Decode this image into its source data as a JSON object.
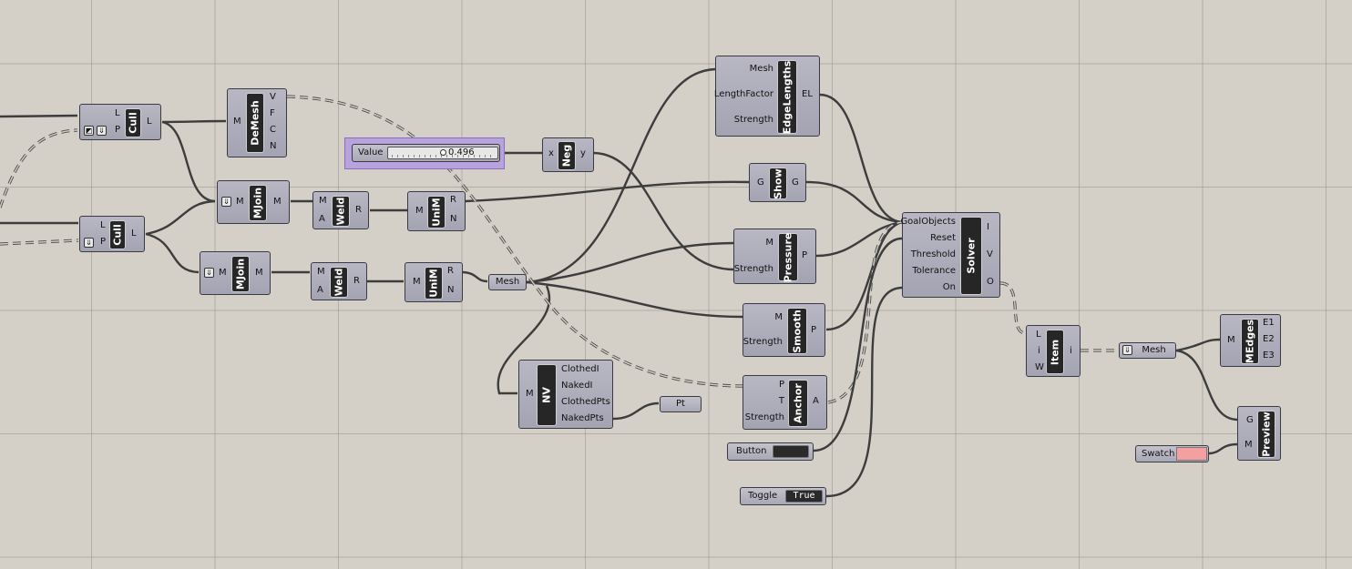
{
  "cull1": {
    "title": "Cull",
    "in": [
      "L",
      "P"
    ],
    "out": "L"
  },
  "cull2": {
    "title": "Cull",
    "in": [
      "L",
      "P"
    ],
    "out": "L"
  },
  "demesh": {
    "title": "DeMesh",
    "in": "M",
    "out": [
      "V",
      "F",
      "C",
      "N"
    ]
  },
  "mjoin1": {
    "title": "MJoin",
    "in": "M",
    "out": "M"
  },
  "mjoin2": {
    "title": "MJoin",
    "in": "M",
    "out": "M"
  },
  "weld1": {
    "title": "Weld",
    "in": [
      "M",
      "A"
    ],
    "out": "R"
  },
  "weld2": {
    "title": "Weld",
    "in": [
      "M",
      "A"
    ],
    "out": "R"
  },
  "unim1": {
    "title": "UniM",
    "in": "M",
    "out": [
      "R",
      "N"
    ]
  },
  "unim2": {
    "title": "UniM",
    "in": "M",
    "out": [
      "R",
      "N"
    ]
  },
  "slider": {
    "label": "Value",
    "value": "0.496"
  },
  "neg": {
    "title": "Neg",
    "in": "x",
    "out": "y"
  },
  "edgelengths": {
    "title": "EdgeLengths",
    "in": [
      "Mesh",
      "LengthFactor",
      "Strength"
    ],
    "out": "EL"
  },
  "show": {
    "title": "Show",
    "in": "G",
    "out": "G"
  },
  "pressure": {
    "title": "Pressure",
    "in": [
      "M",
      "Strength"
    ],
    "out": "P"
  },
  "smooth": {
    "title": "Smooth",
    "in": [
      "M",
      "Strength"
    ],
    "out": "P"
  },
  "anchor": {
    "title": "Anchor",
    "in": [
      "P",
      "T",
      "Strength"
    ],
    "out": "A"
  },
  "solver": {
    "title": "Solver",
    "in": [
      "GoalObjects",
      "Reset",
      "Threshold",
      "Tolerance",
      "On"
    ],
    "out": [
      "I",
      "V",
      "O"
    ]
  },
  "meshparam1": {
    "label": "Mesh"
  },
  "meshparam2": {
    "label": "Mesh"
  },
  "nv": {
    "title": "NV",
    "in": "M",
    "out": [
      "ClothedI",
      "NakedI",
      "ClothedPts",
      "NakedPts"
    ]
  },
  "pt": {
    "label": "Pt"
  },
  "button": {
    "label": "Button"
  },
  "toggle": {
    "label": "Toggle",
    "value": "True"
  },
  "item": {
    "title": "Item",
    "in": [
      "L",
      "i",
      "W"
    ],
    "out": "i"
  },
  "medges": {
    "title": "MEdges",
    "in": "M",
    "out": [
      "E1",
      "E2",
      "E3"
    ]
  },
  "preview": {
    "title": "Preview",
    "in": [
      "G",
      "M"
    ]
  },
  "swatch": {
    "label": "Swatch",
    "color": "#f4a0a0"
  },
  "colors": {
    "canvas": "#d4d0c8",
    "component": "#a9a8b6",
    "title": "#262626",
    "slider_highlight": "#b9a3dd"
  }
}
